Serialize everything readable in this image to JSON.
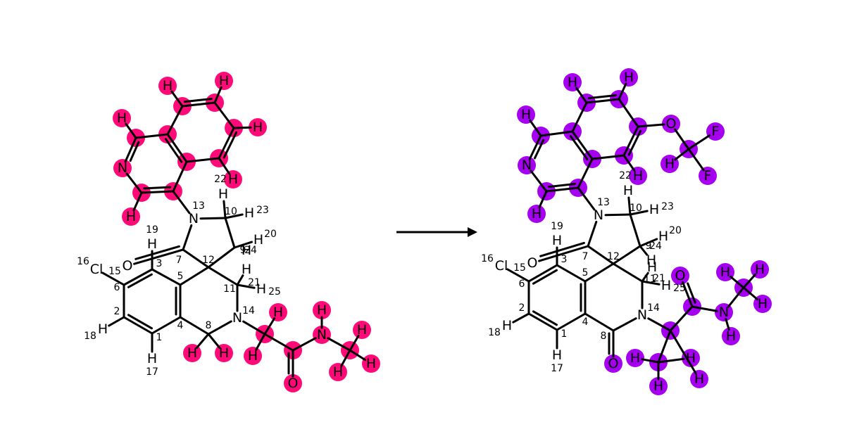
{
  "reaction": {
    "arrow_label": "",
    "colors": {
      "reactant_highlight": "#ff0a78",
      "product_highlight": "#a600f0",
      "bond": "#000000"
    },
    "reactant": {
      "atoms": [
        {
          "id": "r_cl15",
          "element": "Cl",
          "index": "15"
        },
        {
          "id": "r_h16",
          "element": "",
          "index": "16"
        },
        {
          "id": "r_c6",
          "element": "",
          "index": "6"
        },
        {
          "id": "r_c3",
          "element": "",
          "index": "3"
        },
        {
          "id": "r_c5",
          "element": "",
          "index": "5"
        },
        {
          "id": "r_c4",
          "element": "",
          "index": "4"
        },
        {
          "id": "r_c1",
          "element": "",
          "index": "1"
        },
        {
          "id": "r_c2",
          "element": "",
          "index": "2"
        },
        {
          "id": "r_h18",
          "element": "H",
          "index": "18"
        },
        {
          "id": "r_h17",
          "element": "H",
          "index": "17"
        },
        {
          "id": "r_h19",
          "element": "H",
          "index": "19"
        },
        {
          "id": "r_c7",
          "element": "",
          "index": "7"
        },
        {
          "id": "r_o7",
          "element": "O",
          "index": ""
        },
        {
          "id": "r_c12",
          "element": "",
          "index": "12"
        },
        {
          "id": "r_n13",
          "element": "N",
          "index": "13"
        },
        {
          "id": "r_c10",
          "element": "",
          "index": "10"
        },
        {
          "id": "r_h10",
          "element": "H",
          "index": ""
        },
        {
          "id": "r_h23",
          "element": "H",
          "index": "23"
        },
        {
          "id": "r_c9",
          "element": "",
          "index": "9"
        },
        {
          "id": "r_h20",
          "element": "H",
          "index": "20"
        },
        {
          "id": "r_h24",
          "element": "H",
          "index": "24"
        },
        {
          "id": "r_c11",
          "element": "",
          "index": "11"
        },
        {
          "id": "r_h21",
          "element": "H",
          "index": "21"
        },
        {
          "id": "r_h25",
          "element": "H",
          "index": "25"
        },
        {
          "id": "r_n14",
          "element": "N",
          "index": "14"
        },
        {
          "id": "r_c8",
          "element": "",
          "index": "8"
        },
        {
          "id": "r_h8a",
          "element": "H",
          "index": ""
        },
        {
          "id": "r_h8b",
          "element": "H",
          "index": ""
        },
        {
          "id": "r_ch2",
          "element": "",
          "index": ""
        },
        {
          "id": "r_ch2a",
          "element": "H",
          "index": ""
        },
        {
          "id": "r_ch2b",
          "element": "H",
          "index": ""
        },
        {
          "id": "r_co",
          "element": "",
          "index": ""
        },
        {
          "id": "r_o",
          "element": "O",
          "index": ""
        },
        {
          "id": "r_nh",
          "element": "N",
          "index": ""
        },
        {
          "id": "r_nhh",
          "element": "H",
          "index": ""
        },
        {
          "id": "r_me",
          "element": "",
          "index": ""
        },
        {
          "id": "r_mea",
          "element": "H",
          "index": ""
        },
        {
          "id": "r_meb",
          "element": "H",
          "index": ""
        },
        {
          "id": "r_mec",
          "element": "H",
          "index": ""
        },
        {
          "id": "r_q1",
          "element": "",
          "index": ""
        },
        {
          "id": "r_q2",
          "element": "",
          "index": ""
        },
        {
          "id": "r_qn",
          "element": "N",
          "index": ""
        },
        {
          "id": "r_q3",
          "element": "",
          "index": ""
        },
        {
          "id": "r_q4",
          "element": "",
          "index": ""
        },
        {
          "id": "r_q5",
          "element": "",
          "index": ""
        },
        {
          "id": "r_q6",
          "element": "",
          "index": ""
        },
        {
          "id": "r_q7",
          "element": "",
          "index": ""
        },
        {
          "id": "r_q8",
          "element": "",
          "index": ""
        },
        {
          "id": "r_q9",
          "element": "",
          "index": ""
        },
        {
          "id": "r_q10",
          "element": "",
          "index": ""
        },
        {
          "id": "r_qh1",
          "element": "H",
          "index": ""
        },
        {
          "id": "r_qh2",
          "element": "H",
          "index": ""
        },
        {
          "id": "r_qh3",
          "element": "H",
          "index": ""
        },
        {
          "id": "r_qh4",
          "element": "H",
          "index": ""
        },
        {
          "id": "r_qh5",
          "element": "H",
          "index": ""
        },
        {
          "id": "r_qh6",
          "element": "H",
          "index": "22"
        }
      ]
    },
    "product": {
      "atoms": [
        {
          "id": "p_cl15",
          "element": "Cl",
          "index": "15"
        },
        {
          "id": "p_h16",
          "element": "",
          "index": "16"
        },
        {
          "id": "p_c6",
          "element": "",
          "index": "6"
        },
        {
          "id": "p_c3",
          "element": "",
          "index": "3"
        },
        {
          "id": "p_c5",
          "element": "",
          "index": "5"
        },
        {
          "id": "p_c4",
          "element": "",
          "index": "4"
        },
        {
          "id": "p_c1",
          "element": "",
          "index": "1"
        },
        {
          "id": "p_c2",
          "element": "",
          "index": "2"
        },
        {
          "id": "p_h18",
          "element": "H",
          "index": "18"
        },
        {
          "id": "p_h17",
          "element": "H",
          "index": "17"
        },
        {
          "id": "p_h19",
          "element": "H",
          "index": "19"
        },
        {
          "id": "p_c7",
          "element": "",
          "index": "7"
        },
        {
          "id": "p_o7",
          "element": "O",
          "index": ""
        },
        {
          "id": "p_c12",
          "element": "",
          "index": "12"
        },
        {
          "id": "p_n13",
          "element": "N",
          "index": "13"
        },
        {
          "id": "p_c10",
          "element": "",
          "index": "10"
        },
        {
          "id": "p_h10",
          "element": "H",
          "index": ""
        },
        {
          "id": "p_h23",
          "element": "H",
          "index": "23"
        },
        {
          "id": "p_c9",
          "element": "",
          "index": "9"
        },
        {
          "id": "p_h20",
          "element": "H",
          "index": "20"
        },
        {
          "id": "p_h24",
          "element": "H",
          "index": "24"
        },
        {
          "id": "p_c11",
          "element": "",
          "index": "11"
        },
        {
          "id": "p_h21",
          "element": "H",
          "index": "21"
        },
        {
          "id": "p_h25",
          "element": "H",
          "index": "25"
        },
        {
          "id": "p_n14",
          "element": "N",
          "index": "14"
        },
        {
          "id": "p_c8",
          "element": "",
          "index": "8"
        },
        {
          "id": "p_o8",
          "element": "O",
          "index": ""
        },
        {
          "id": "p_ca",
          "element": "",
          "index": ""
        },
        {
          "id": "p_cam",
          "element": "",
          "index": ""
        },
        {
          "id": "p_cama",
          "element": "H",
          "index": ""
        },
        {
          "id": "p_camb",
          "element": "H",
          "index": ""
        },
        {
          "id": "p_camc",
          "element": "H",
          "index": ""
        },
        {
          "id": "p_cah",
          "element": "H",
          "index": ""
        },
        {
          "id": "p_co",
          "element": "",
          "index": ""
        },
        {
          "id": "p_o",
          "element": "O",
          "index": ""
        },
        {
          "id": "p_nh",
          "element": "N",
          "index": ""
        },
        {
          "id": "p_nhh",
          "element": "H",
          "index": ""
        },
        {
          "id": "p_me",
          "element": "",
          "index": ""
        },
        {
          "id": "p_mea",
          "element": "H",
          "index": ""
        },
        {
          "id": "p_meb",
          "element": "H",
          "index": ""
        },
        {
          "id": "p_mec",
          "element": "H",
          "index": ""
        },
        {
          "id": "p_q1",
          "element": "",
          "index": ""
        },
        {
          "id": "p_q2",
          "element": "",
          "index": ""
        },
        {
          "id": "p_qn",
          "element": "N",
          "index": ""
        },
        {
          "id": "p_q3",
          "element": "",
          "index": ""
        },
        {
          "id": "p_q4",
          "element": "",
          "index": ""
        },
        {
          "id": "p_q5",
          "element": "",
          "index": ""
        },
        {
          "id": "p_q6",
          "element": "",
          "index": ""
        },
        {
          "id": "p_q7",
          "element": "",
          "index": ""
        },
        {
          "id": "p_q8",
          "element": "",
          "index": ""
        },
        {
          "id": "p_q9",
          "element": "",
          "index": ""
        },
        {
          "id": "p_q10",
          "element": "",
          "index": ""
        },
        {
          "id": "p_qh1",
          "element": "H",
          "index": ""
        },
        {
          "id": "p_qh2",
          "element": "H",
          "index": ""
        },
        {
          "id": "p_qh3",
          "element": "H",
          "index": ""
        },
        {
          "id": "p_qh4",
          "element": "H",
          "index": ""
        },
        {
          "id": "p_qh6",
          "element": "H",
          "index": "22"
        },
        {
          "id": "p_oc",
          "element": "O",
          "index": ""
        },
        {
          "id": "p_cf3",
          "element": "",
          "index": ""
        },
        {
          "id": "p_f1",
          "element": "F",
          "index": ""
        },
        {
          "id": "p_f2",
          "element": "F",
          "index": ""
        },
        {
          "id": "p_hf",
          "element": "H",
          "index": ""
        }
      ]
    }
  }
}
